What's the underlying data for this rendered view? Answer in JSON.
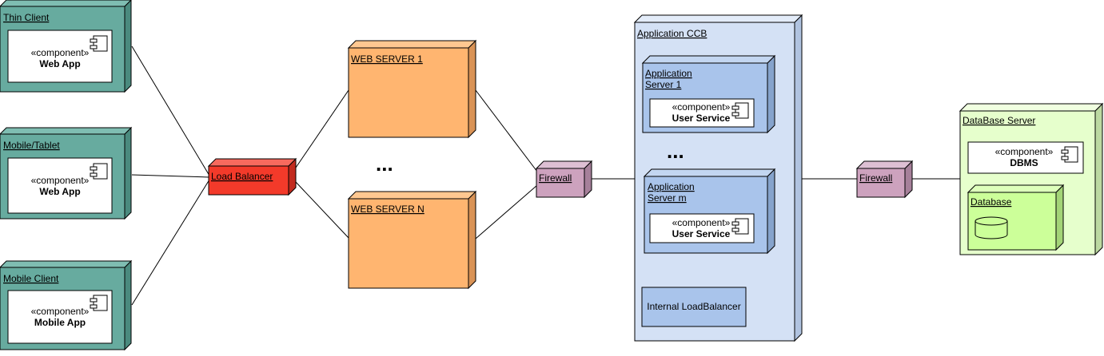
{
  "colors": {
    "client": "#67AB9F",
    "client_side": "#4A8A7E",
    "load_balancer": "#F33A2A",
    "web_server": "#FFB570",
    "firewall": "#CDA2BE",
    "app_container": "#D4E1F5",
    "app_server": "#A9C4EB",
    "db_server": "#E6FFCC",
    "database": "#CCFF99"
  },
  "component_stereotype": "«component»",
  "clients": [
    {
      "label": "Thin Client",
      "component": "Web App"
    },
    {
      "label": "Mobile/Tablet",
      "component": "Web App"
    },
    {
      "label": "Mobile Client",
      "component": "Mobile App"
    }
  ],
  "load_balancer": {
    "label": "Load Balancer"
  },
  "web_servers": [
    {
      "label": "WEB SERVER 1"
    },
    {
      "label": "WEB SERVER N"
    }
  ],
  "web_ellipsis": "...",
  "firewalls": [
    {
      "label": "Firewall"
    },
    {
      "label": "Firewall"
    }
  ],
  "app_container": {
    "label": "Application  CCB",
    "servers": [
      {
        "label_line1": "Application",
        "label_line2": "Server 1",
        "component": "User Service"
      },
      {
        "label_line1": "Application",
        "label_line2": "Server m",
        "component": "User Service"
      }
    ],
    "ellipsis": "...",
    "internal_lb": "Internal LoadBalancer"
  },
  "db_server": {
    "label": "DataBase Server",
    "component": "DBMS",
    "database_label": "Database"
  }
}
